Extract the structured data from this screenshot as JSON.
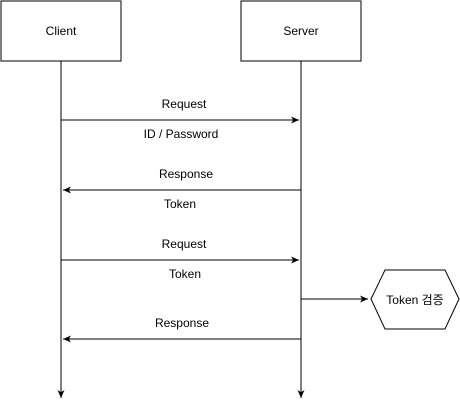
{
  "participants": {
    "client": "Client",
    "server": "Server"
  },
  "messages": [
    {
      "label_above": "Request",
      "label_below": "ID / Password",
      "direction": "client-to-server"
    },
    {
      "label_above": "Response",
      "label_below": "Token",
      "direction": "server-to-client"
    },
    {
      "label_above": "Request",
      "label_below": "Token",
      "direction": "client-to-server"
    },
    {
      "label_above": "Response",
      "direction": "server-to-client"
    }
  ],
  "process": {
    "label": "Token 검증"
  },
  "colors": {
    "stroke": "#000000",
    "fill": "#ffffff"
  }
}
